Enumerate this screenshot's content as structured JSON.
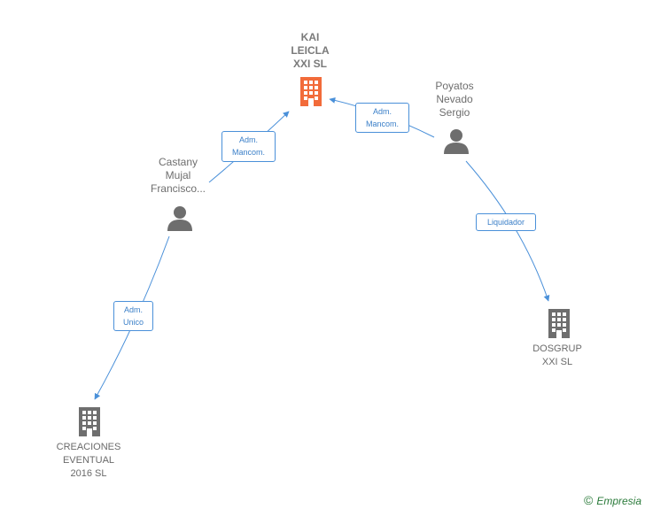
{
  "colors": {
    "edge": "#4a90d9",
    "company_main": "#f26b3a",
    "company": "#6e6e6e",
    "person": "#6e6e6e"
  },
  "nodes": {
    "kai_leicla": {
      "label": "KAI\nLEICLA\nXXI  SL",
      "icon": "building-icon"
    },
    "castany": {
      "label": "Castany\nMujal\nFrancisco...",
      "icon": "person-icon"
    },
    "poyatos": {
      "label": "Poyatos\nNevado\nSergio",
      "icon": "person-icon"
    },
    "dosgrup": {
      "label": "DOSGRUP\nXXI SL",
      "icon": "building-icon"
    },
    "creaciones": {
      "label": "CREACIONES\nEVENTUAL\n2016  SL",
      "icon": "building-icon"
    }
  },
  "edges": {
    "castany_kai": "Adm.\nMancom.",
    "poyatos_kai": "Adm.\nMancom.",
    "poyatos_dosgrup": "Liquidador",
    "castany_creaciones": "Adm.\nUnico"
  },
  "brand": {
    "copyright": "©",
    "name": "Empresia"
  }
}
